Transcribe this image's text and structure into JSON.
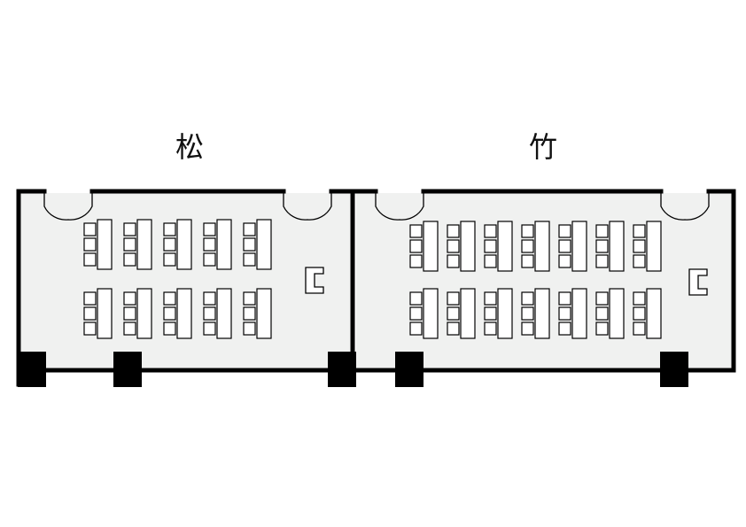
{
  "rooms": [
    {
      "id": "matsu",
      "label": "松",
      "table_columns": 5,
      "table_rows": 2,
      "seats_per_table_side": 3,
      "has_podium": true
    },
    {
      "id": "take",
      "label": "竹",
      "table_columns": 7,
      "table_rows": 2,
      "seats_per_table_side": 3,
      "has_podium": true
    }
  ],
  "colors": {
    "wall": "#000000",
    "floor": "#f0f1f0",
    "furniture_fill": "#ffffff",
    "furniture_stroke": "#000000"
  }
}
